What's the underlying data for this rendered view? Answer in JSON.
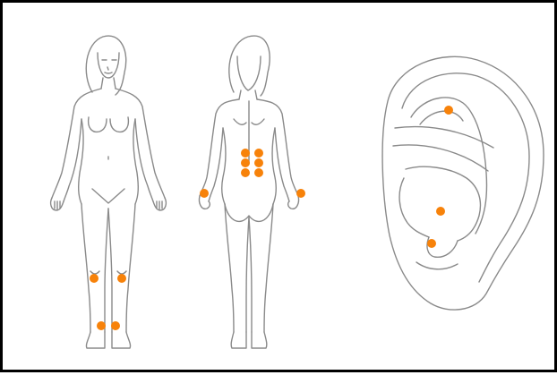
{
  "diagram": {
    "outline_color": "#8a8a8a",
    "point_color": "#f7820a",
    "figures": [
      {
        "id": "body-front",
        "view": "front"
      },
      {
        "id": "body-back",
        "view": "back"
      },
      {
        "id": "ear",
        "view": "ear"
      }
    ],
    "point_counts": {
      "body-front": 4,
      "body-back": 8,
      "ear": 3
    }
  }
}
